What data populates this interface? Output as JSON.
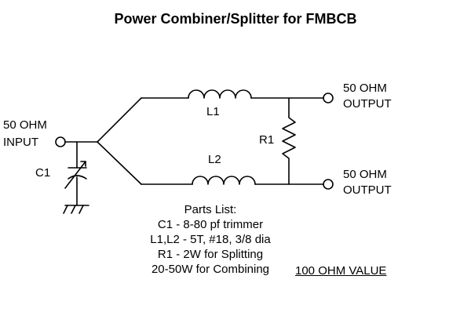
{
  "title": "Power Combiner/Splitter for FMBCB",
  "input": {
    "line1": "50 OHM",
    "line2": "INPUT"
  },
  "output_top": {
    "line1": "50 OHM",
    "line2": "OUTPUT"
  },
  "output_bottom": {
    "line1": "50 OHM",
    "line2": "OUTPUT"
  },
  "components": {
    "c1": "C1",
    "l1": "L1",
    "l2": "L2",
    "r1": "R1"
  },
  "parts_list": {
    "heading": "Parts List:",
    "lines": [
      "C1 - 8-80 pf trimmer",
      "L1,L2 - 5T, #18, 3/8 dia",
      "R1 - 2W for Splitting",
      "20-50W for Combining"
    ]
  },
  "resistor_note": "100 OHM VALUE",
  "colors": {
    "ink": "#000000",
    "background": "#ffffff"
  }
}
